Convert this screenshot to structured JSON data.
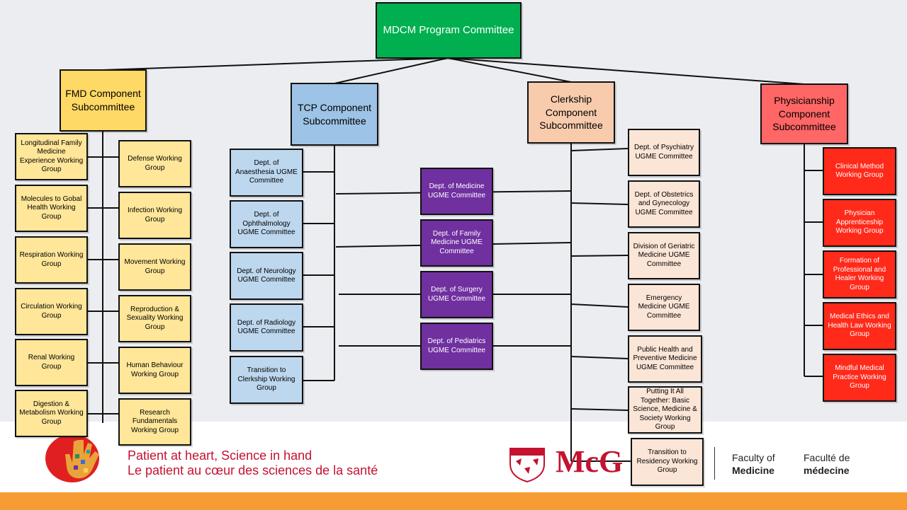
{
  "root": {
    "label": "MDCM Program Committee"
  },
  "fmd": {
    "title": "FMD Component Subcommittee",
    "left": [
      "Longitudinal Family Medicine Experience Working Group",
      "Molecules to Gobal Health Working Group",
      "Respiration Working Group",
      "Circulation Working Group",
      "Renal Working Group",
      "Digestion & Metabolism Working Group"
    ],
    "right": [
      "Defense Working Group",
      "Infection Working Group",
      "Movement Working Group",
      "Reproduction & Sexuality Working Group",
      "Human Behaviour Working Group",
      "Research Fundamentals Working Group"
    ]
  },
  "tcp": {
    "title": "TCP Component Subcommittee",
    "items": [
      "Dept. of Anaesthesia UGME Committee",
      "Dept. of Ophthalmology UGME Committee",
      "Dept. of Neurology UGME Committee",
      "Dept. of Radiology UGME Committee",
      "Transition to Clerkship Working Group"
    ]
  },
  "shared": {
    "items": [
      "Dept. of Medicine UGME Committee",
      "Dept. of Family Medicine UGME Committee",
      "Dept. of Surgery UGME Committee",
      "Dept. of Pediatrics UGME Committee"
    ]
  },
  "clerkship": {
    "title": "Clerkship Component Subcommittee",
    "items": [
      "Dept. of Psychiatry UGME Committee",
      "Dept. of Obstetrics and Gynecology UGME Committee",
      "Division of Geriatric Medicine UGME Committee",
      "Emergency Medicine UGME Committee",
      "Public Health and Preventive Medicine UGME Committee",
      "Putting It All Together: Basic Science, Medicine & Society Working Group",
      "Transition to Residency Working Group"
    ]
  },
  "physicianship": {
    "title": "Physicianship Component Subcommittee",
    "items": [
      "Clinical Method Working Group",
      "Physician Apprenticeship Working Group",
      "Formation of Professional and Healer Working Group",
      "Medical Ethics and Health Law Working Group",
      "Mindful Medical Practice Working Group"
    ]
  },
  "footer": {
    "tagline_en": "Patient at heart, Science in hand",
    "tagline_fr": "Le patient au cœur des sciences de la santé",
    "university": "McG",
    "faculty_en_1": "Faculty of",
    "faculty_en_2": "Medicine",
    "faculty_fr_1": "Faculté de",
    "faculty_fr_2": "médecine"
  },
  "colors": {
    "root": "#00b050",
    "fmd": "#ffd966",
    "tcp": "#9dc3e6",
    "shared": "#7030a0",
    "clerkship": "#f8cbad",
    "physicianship": "#ff2a1a",
    "footer_red": "#c41230",
    "footer_orange": "#f79c33"
  }
}
